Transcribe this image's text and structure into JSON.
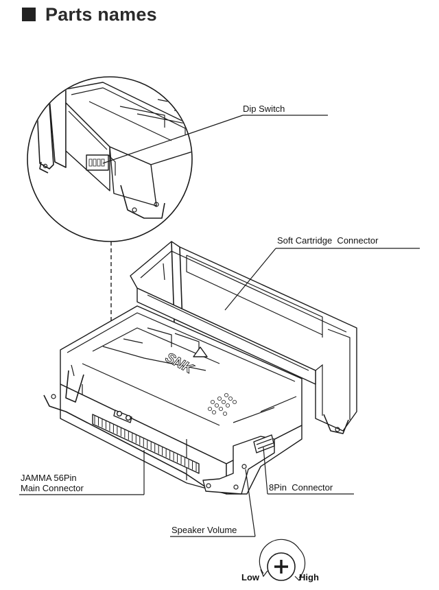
{
  "title": "Parts names",
  "labels": {
    "dip_switch": "Dip Switch",
    "soft_cartridge_connector": "Soft Cartridge  Connector",
    "jamma_line1": "JAMMA 56Pin",
    "jamma_line2": "Main Connector",
    "pin8_connector": "8Pin  Connector",
    "speaker_volume": "Speaker Volume",
    "low": "Low",
    "high": "High"
  },
  "logo_text": "SNK",
  "colors": {
    "ink": "#1a1a1a",
    "background": "#ffffff"
  },
  "icons": {
    "volume_knob": "plus-dial-icon",
    "title_bullet": "square-bullet-icon"
  }
}
